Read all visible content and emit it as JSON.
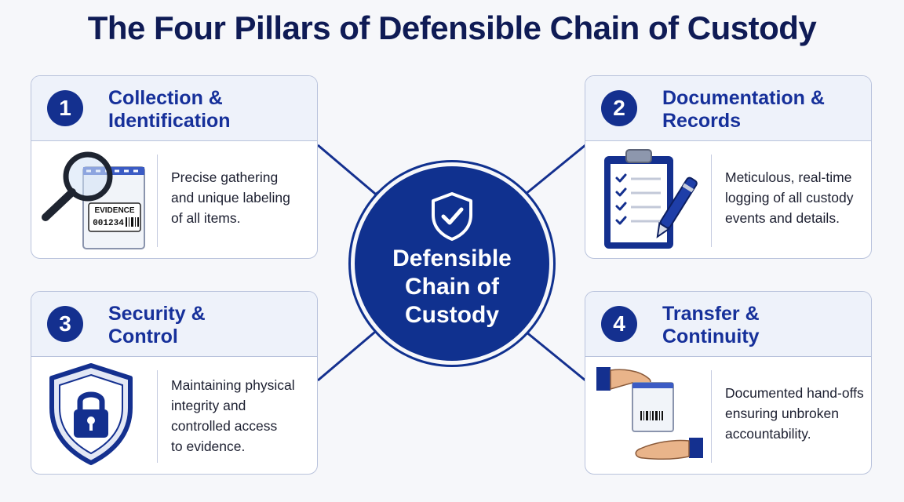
{
  "title": "The Four Pillars of Defensible Chain of Custody",
  "hub": {
    "lines": [
      "Defensible",
      "Chain of",
      "Custody"
    ],
    "icon": "shield-check-icon"
  },
  "colors": {
    "primary": "#10318f",
    "title": "#0f1b55",
    "header_bg": "#eef2fa",
    "border": "#b9c3dc"
  },
  "pillars": [
    {
      "number": "1",
      "title": [
        "Collection &",
        "Identification"
      ],
      "description": [
        "Precise gathering",
        "and unique labeling",
        "of all items."
      ],
      "icon": "magnifier-evidence-bag-icon",
      "evidence_label": "EVIDENCE",
      "evidence_id": "001234"
    },
    {
      "number": "2",
      "title": [
        "Documentation &",
        "Records"
      ],
      "description": [
        "Meticulous, real-time",
        "logging of all custody",
        "events and details."
      ],
      "icon": "clipboard-pen-icon"
    },
    {
      "number": "3",
      "title": [
        "Security &",
        "Control"
      ],
      "description": [
        "Maintaining physical",
        "integrity and",
        "controlled access",
        "to evidence."
      ],
      "icon": "shield-lock-icon"
    },
    {
      "number": "4",
      "title": [
        "Transfer &",
        "Continuity"
      ],
      "description": [
        "Documented hand-offs",
        "ensuring unbroken",
        "accountability."
      ],
      "icon": "hands-transfer-icon"
    }
  ]
}
